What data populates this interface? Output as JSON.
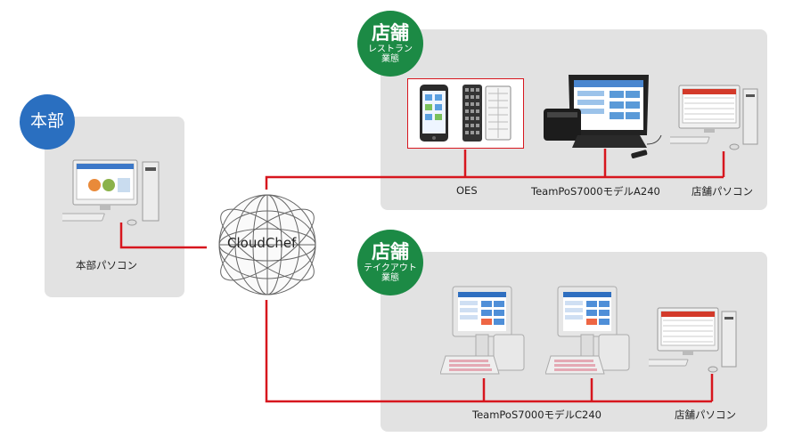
{
  "hq": {
    "badge": "本部",
    "pc_label": "本部パソコン"
  },
  "cloud": {
    "label": "CloudChef"
  },
  "store_restaurant": {
    "badge_title": "店舗",
    "badge_sub1": "レストラン",
    "badge_sub2": "業態",
    "labels": {
      "oes": "OES",
      "pos": "TeamPoS7000モデルA240",
      "pc": "店舗パソコン"
    }
  },
  "store_takeout": {
    "badge_title": "店舗",
    "badge_sub1": "テイクアウト",
    "badge_sub2": "業態",
    "labels": {
      "pos": "TeamPoS7000モデルC240",
      "pc": "店舗パソコン"
    }
  },
  "colors": {
    "hq_badge": "#2a6fc0",
    "store_badge": "#1c8a45",
    "wire": "#d7161e",
    "panel": "#e2e2e2"
  }
}
